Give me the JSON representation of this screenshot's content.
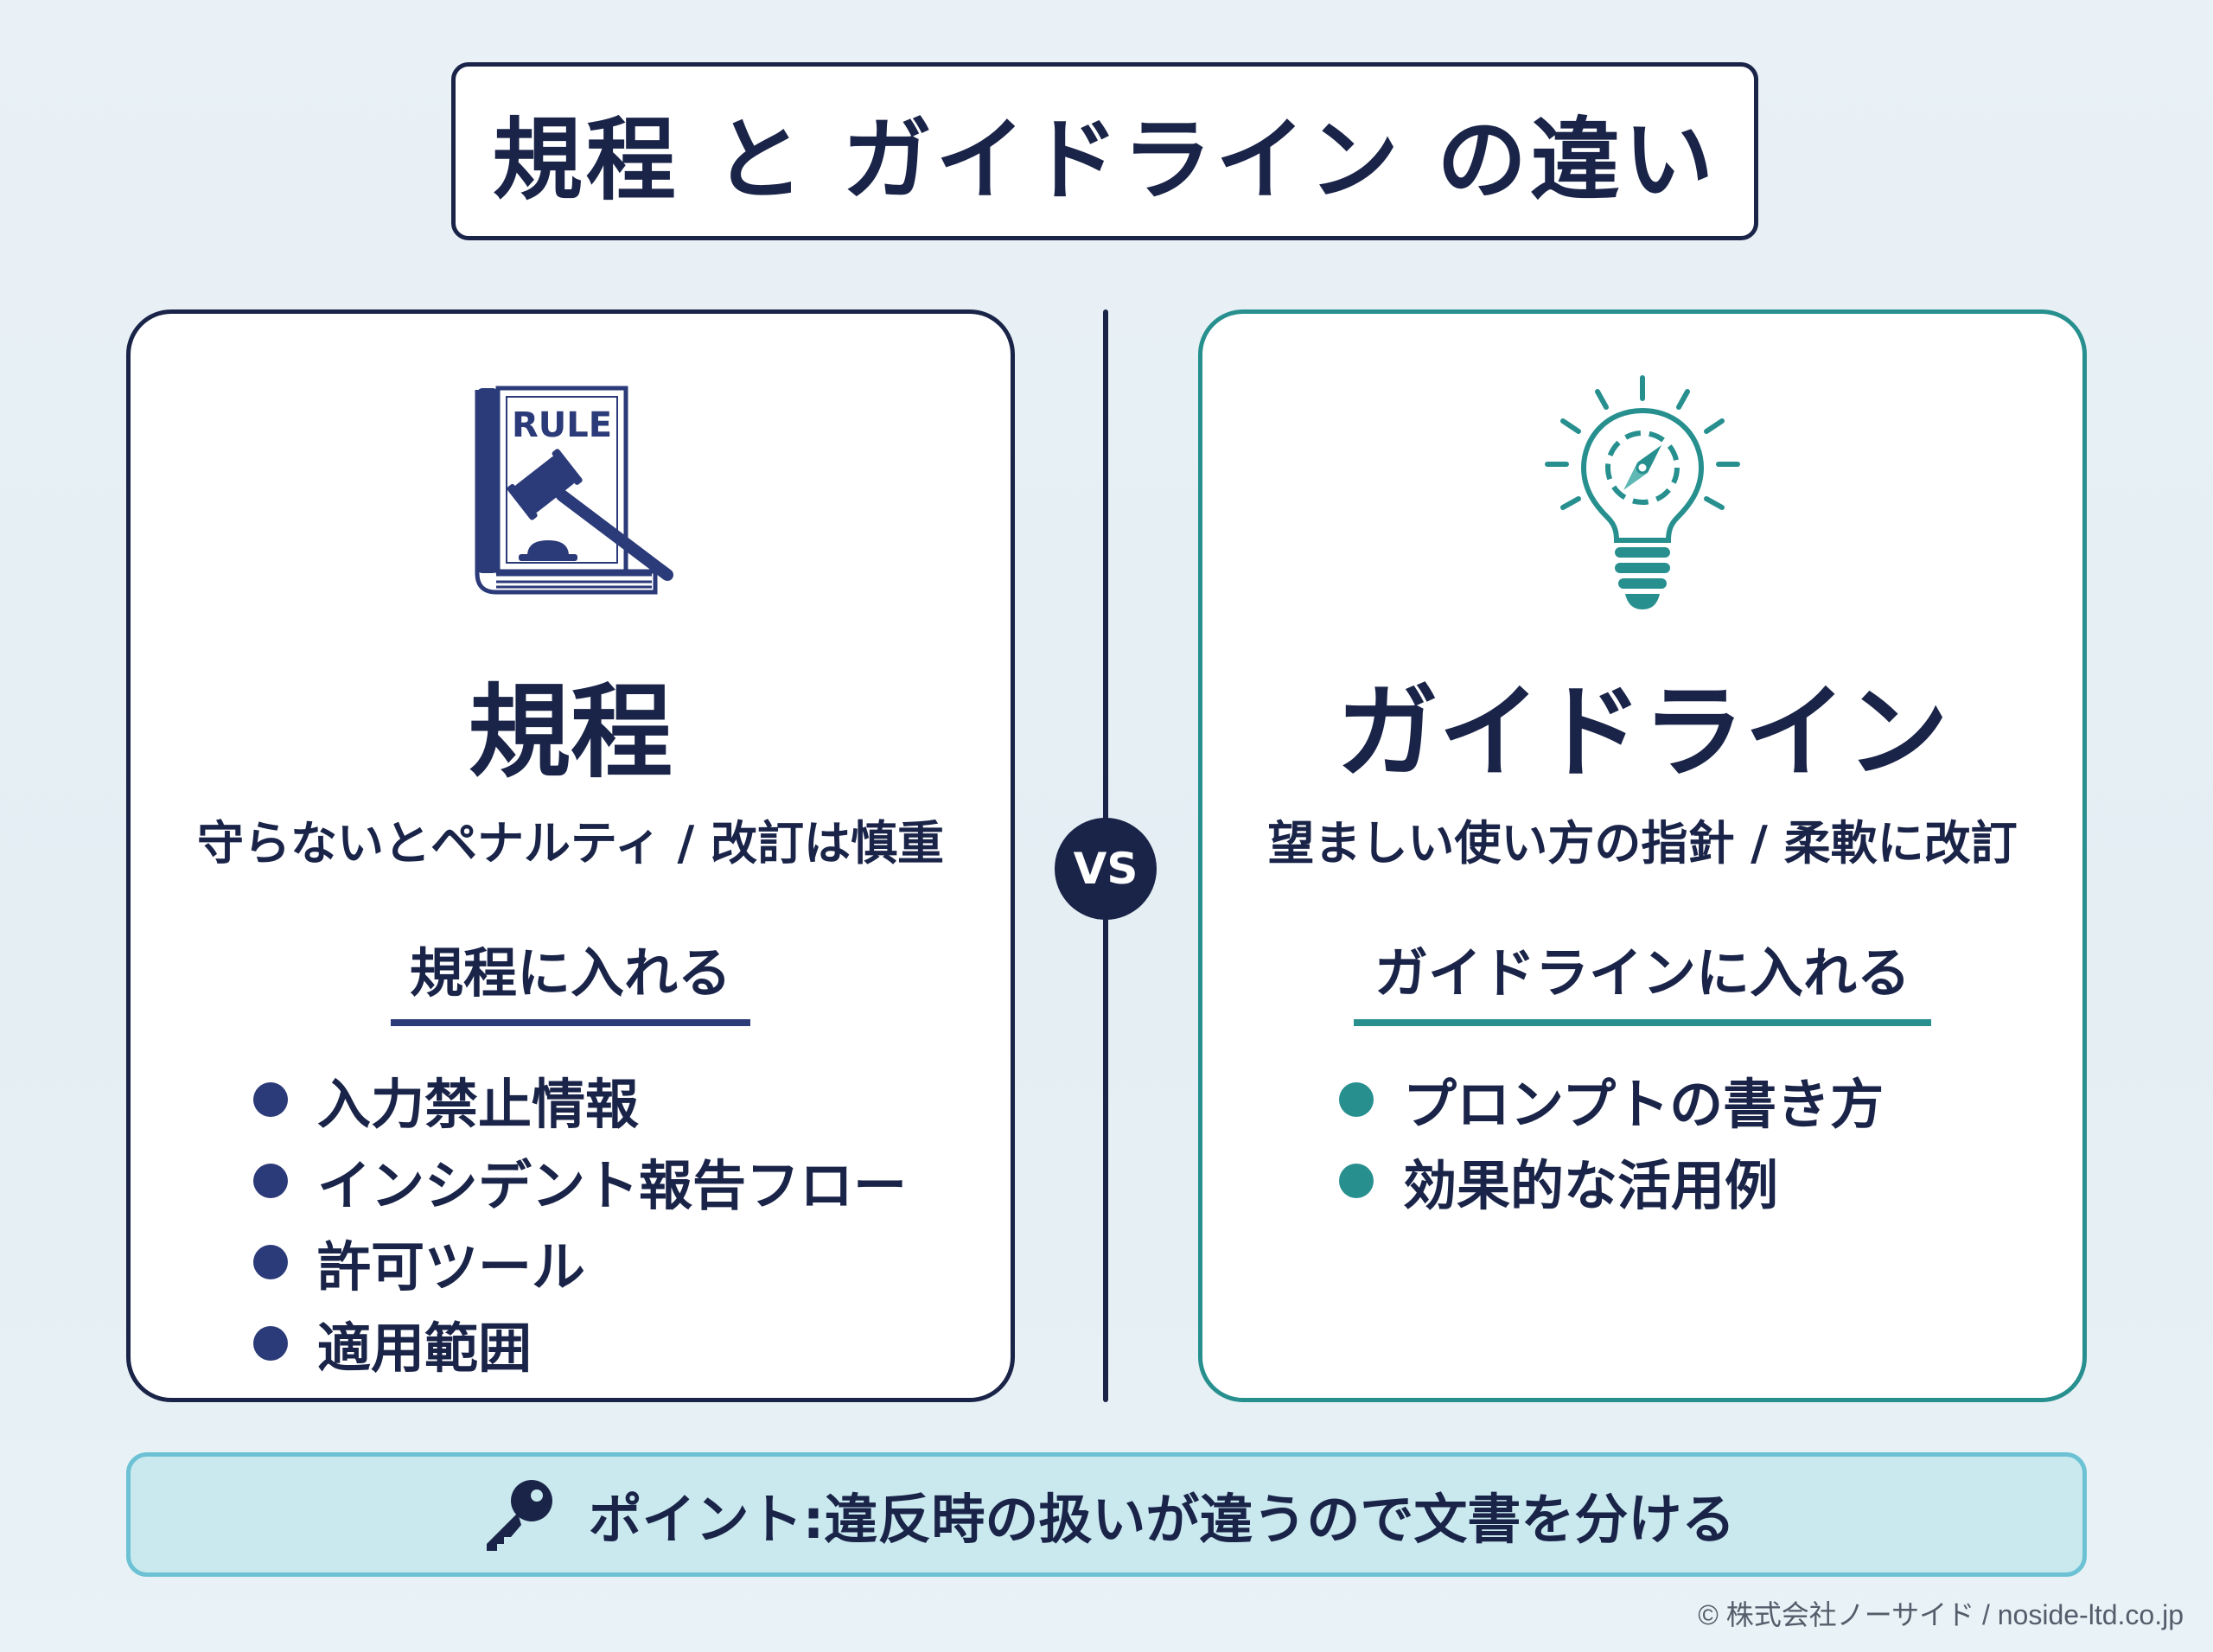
{
  "title": "規程 と ガイドライン の違い",
  "vs_label": "VS",
  "left": {
    "icon": "rule-book-gavel-icon",
    "icon_text": "RULE",
    "heading": "規程",
    "subtitle": "守らないとペナルティ / 改訂は慎重",
    "section_label": "規程に入れる",
    "items": [
      "入力禁止情報",
      "インシデント報告フロー",
      "許可ツール",
      "適用範囲"
    ],
    "accent_color": "#1a2448"
  },
  "right": {
    "icon": "lightbulb-compass-icon",
    "heading": "ガイドライン",
    "subtitle": "望ましい使い方の指針 / 柔軟に改訂",
    "section_label": "ガイドラインに入れる",
    "items": [
      "プロンプトの書き方",
      "効果的な活用例"
    ],
    "accent_color": "#27908f"
  },
  "point": {
    "icon": "key-icon",
    "text": "ポイント:違反時の扱いが違うので文書を分ける"
  },
  "copyright": "© 株式会社ノーサイド / noside-ltd.co.jp"
}
